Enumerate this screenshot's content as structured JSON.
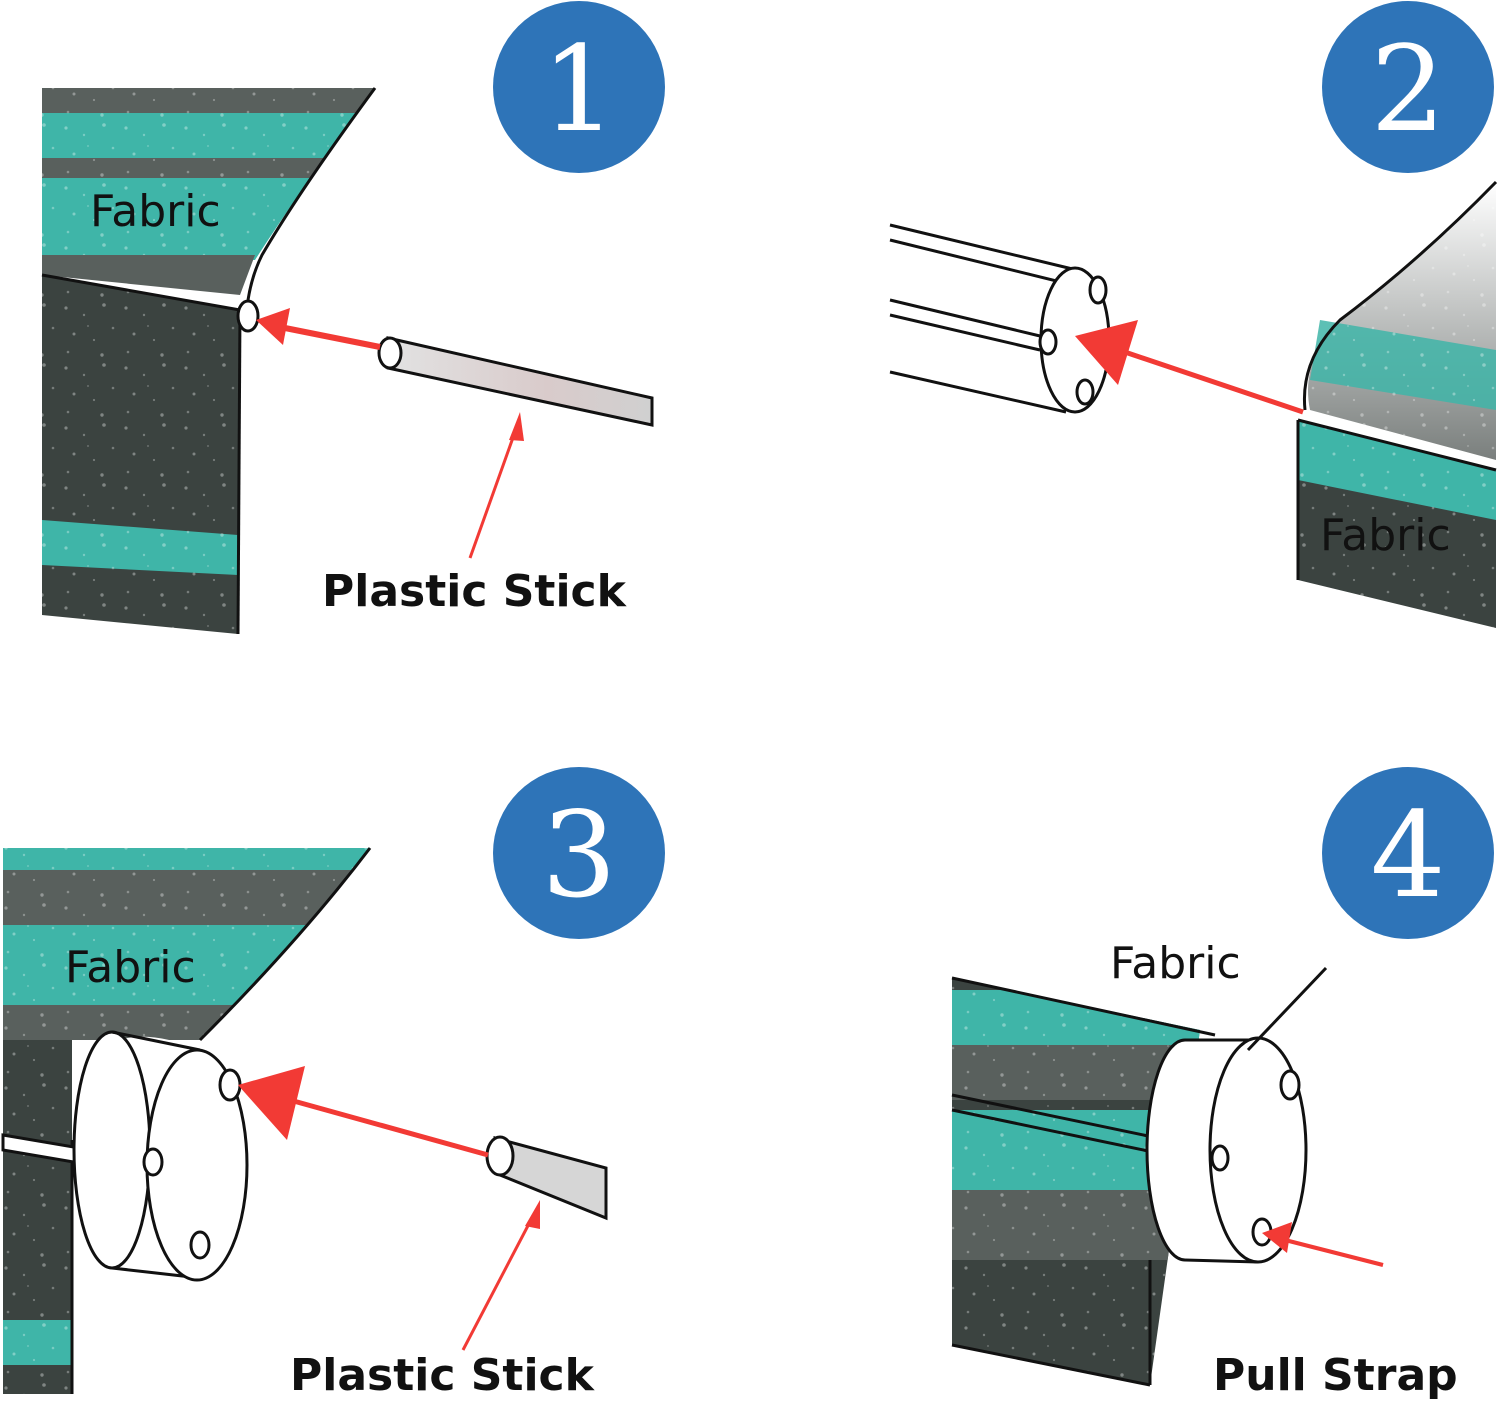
{
  "colors": {
    "badge": "#2e74b8",
    "badge_text": "#ffffff",
    "arrow": "#f23a35",
    "fabric_teal": "#3fb5a8",
    "fabric_dark": "#3b4340",
    "fabric_gray": "#6e7472",
    "outline": "#111111"
  },
  "steps": [
    {
      "number": "1",
      "labels": {
        "fabric": "Fabric",
        "stick": "Plastic Stick"
      }
    },
    {
      "number": "2",
      "labels": {
        "fabric": "Fabric"
      }
    },
    {
      "number": "3",
      "labels": {
        "fabric": "Fabric",
        "stick": "Plastic Stick"
      }
    },
    {
      "number": "4",
      "labels": {
        "fabric": "Fabric",
        "strap": "Pull Strap"
      }
    }
  ]
}
